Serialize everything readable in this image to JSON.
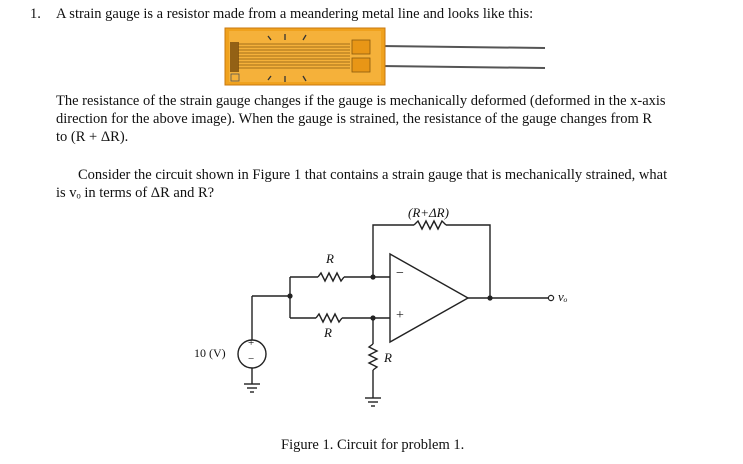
{
  "question": {
    "number": "1.",
    "intro": "A strain gauge is a resistor made from a meandering metal line and looks like this:",
    "para1_lines": [
      "The resistance of the strain gauge changes if the gauge is mechanically deformed (deformed in the x-axis",
      "direction for the above image).  When the gauge is strained, the resistance of the gauge changes from R",
      "to (R + ΔR)."
    ],
    "para2_lines": [
      "Consider the circuit shown in Figure 1 that contains a strain gauge that is mechanically strained, what",
      "is vₒ in terms of ΔR and R?"
    ]
  },
  "circuit": {
    "feedback_label": "(R+ΔR)",
    "r_top_label": "R",
    "r_mid_label": "R",
    "r_shunt_label": "R",
    "source_label": "10 (V)",
    "source_plus": "+",
    "source_minus": "−",
    "opamp_minus": "−",
    "opamp_plus": "+",
    "output_label": "vₒ"
  },
  "figure": {
    "caption": "Figure 1. Circuit for problem 1."
  },
  "colors": {
    "gauge_body": "#f0a21e",
    "gauge_edge": "#c8780f",
    "gauge_trace": "#8a5a10",
    "wire": "#222222"
  }
}
